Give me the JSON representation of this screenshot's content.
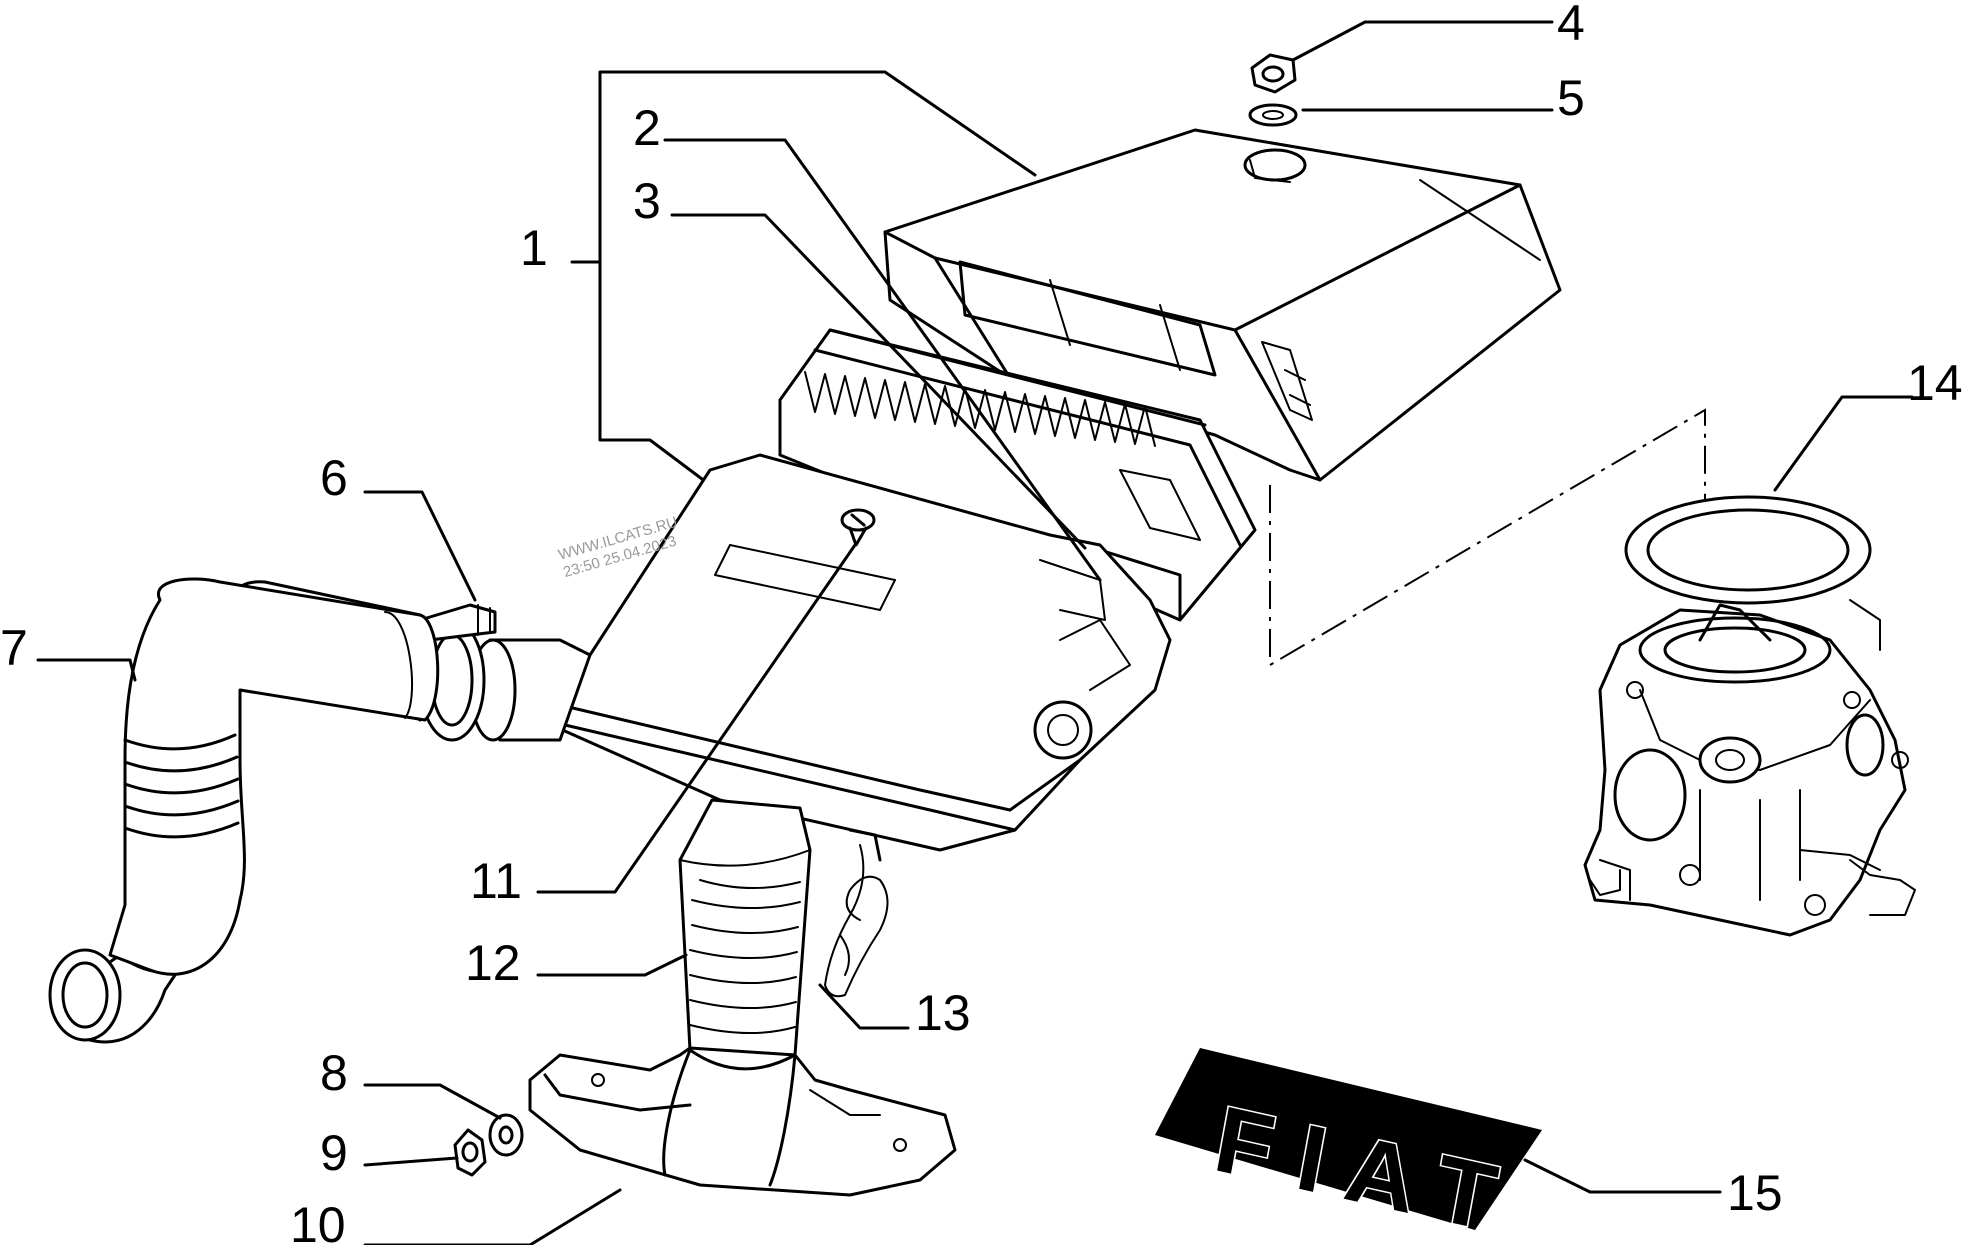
{
  "callouts": [
    {
      "id": "1",
      "label": "1"
    },
    {
      "id": "2",
      "label": "2"
    },
    {
      "id": "3",
      "label": "3"
    },
    {
      "id": "4",
      "label": "4"
    },
    {
      "id": "5",
      "label": "5"
    },
    {
      "id": "6",
      "label": "6"
    },
    {
      "id": "7",
      "label": "7"
    },
    {
      "id": "8",
      "label": "8"
    },
    {
      "id": "9",
      "label": "9"
    },
    {
      "id": "10",
      "label": "10"
    },
    {
      "id": "11",
      "label": "11"
    },
    {
      "id": "12",
      "label": "12"
    },
    {
      "id": "13",
      "label": "13"
    },
    {
      "id": "14",
      "label": "14"
    },
    {
      "id": "15",
      "label": "15"
    }
  ],
  "watermark": {
    "line1": "WWW.ILCATS.RU",
    "line2": "23:50 25.04.2023"
  },
  "decal": {
    "letters": [
      "F",
      "I",
      "A",
      "T"
    ]
  }
}
